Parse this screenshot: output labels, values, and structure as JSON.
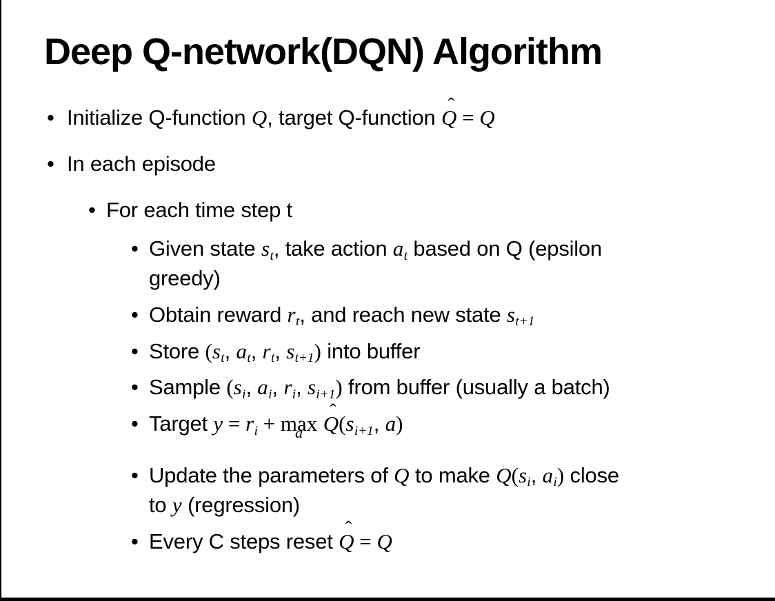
{
  "slide": {
    "title": "Deep Q-network(DQN) Algorithm",
    "bullet_char": "•",
    "colors": {
      "background": "#ffffff",
      "text": "#000000",
      "border": "#000000"
    },
    "bullets": [
      {
        "level": 1,
        "segments": [
          {
            "style": "text",
            "value": "Initialize Q-function "
          },
          {
            "style": "math",
            "value": "Q"
          },
          {
            "style": "text",
            "value": ", target Q-function "
          },
          {
            "style": "math-hat",
            "value": "Q",
            "hat": "ˆ"
          },
          {
            "style": "operator",
            "value": " = "
          },
          {
            "style": "math",
            "value": "Q"
          }
        ]
      },
      {
        "level": 1,
        "segments": [
          {
            "style": "text",
            "value": "In each episode"
          }
        ]
      },
      {
        "level": 2,
        "segments": [
          {
            "style": "text",
            "value": "For each time step t"
          }
        ]
      },
      {
        "level": 3,
        "segments": [
          {
            "style": "text",
            "value": "Given state "
          },
          {
            "style": "math-sub",
            "value": "s",
            "sub": "t"
          },
          {
            "style": "text",
            "value": ", take action "
          },
          {
            "style": "math-sub",
            "value": "a",
            "sub": "t"
          },
          {
            "style": "text",
            "value": " based on Q (epsilon"
          },
          {
            "style": "break"
          },
          {
            "style": "text",
            "value": "greedy)"
          }
        ]
      },
      {
        "level": 3,
        "segments": [
          {
            "style": "text",
            "value": "Obtain reward "
          },
          {
            "style": "math-sub",
            "value": "r",
            "sub": "t"
          },
          {
            "style": "text",
            "value": ", and reach new state "
          },
          {
            "style": "math-sub",
            "value": "s",
            "sub": "t+1"
          }
        ]
      },
      {
        "level": 3,
        "segments": [
          {
            "style": "text",
            "value": "Store "
          },
          {
            "style": "operator",
            "value": "("
          },
          {
            "style": "math-sub",
            "value": "s",
            "sub": "t"
          },
          {
            "style": "text",
            "value": ", "
          },
          {
            "style": "math-sub",
            "value": "a",
            "sub": "t"
          },
          {
            "style": "text",
            "value": ", "
          },
          {
            "style": "math-sub",
            "value": "r",
            "sub": "t"
          },
          {
            "style": "text",
            "value": ", "
          },
          {
            "style": "math-sub",
            "value": "s",
            "sub": "t+1"
          },
          {
            "style": "operator",
            "value": ")"
          },
          {
            "style": "text",
            "value": " into buffer"
          }
        ]
      },
      {
        "level": 3,
        "segments": [
          {
            "style": "text",
            "value": "Sample "
          },
          {
            "style": "operator",
            "value": "("
          },
          {
            "style": "math-sub",
            "value": "s",
            "sub": "i"
          },
          {
            "style": "text",
            "value": ", "
          },
          {
            "style": "math-sub",
            "value": "a",
            "sub": "i"
          },
          {
            "style": "text",
            "value": ", "
          },
          {
            "style": "math-sub",
            "value": "r",
            "sub": "i"
          },
          {
            "style": "text",
            "value": ", "
          },
          {
            "style": "math-sub",
            "value": "s",
            "sub": "i+1"
          },
          {
            "style": "operator",
            "value": ")"
          },
          {
            "style": "text",
            "value": " from buffer (usually a batch)"
          }
        ]
      },
      {
        "level": 3,
        "extra_space": true,
        "segments": [
          {
            "style": "text",
            "value": "Target "
          },
          {
            "style": "math",
            "value": "y"
          },
          {
            "style": "operator",
            "value": " = "
          },
          {
            "style": "math-sub",
            "value": "r",
            "sub": "i"
          },
          {
            "style": "operator",
            "value": " + "
          },
          {
            "style": "math-under",
            "value": "max",
            "under": "a"
          },
          {
            "style": "text",
            "value": " "
          },
          {
            "style": "math-hat",
            "value": "Q",
            "hat": "ˆ"
          },
          {
            "style": "operator",
            "value": "("
          },
          {
            "style": "math-sub",
            "value": "s",
            "sub": "i+1"
          },
          {
            "style": "text",
            "value": ", "
          },
          {
            "style": "math",
            "value": "a"
          },
          {
            "style": "operator",
            "value": ")"
          }
        ]
      },
      {
        "level": 3,
        "segments": [
          {
            "style": "text",
            "value": "Update the parameters of "
          },
          {
            "style": "math",
            "value": "Q"
          },
          {
            "style": "text",
            "value": " to make "
          },
          {
            "style": "math",
            "value": "Q"
          },
          {
            "style": "operator",
            "value": "("
          },
          {
            "style": "math-sub",
            "value": "s",
            "sub": "i"
          },
          {
            "style": "text",
            "value": ", "
          },
          {
            "style": "math-sub",
            "value": "a",
            "sub": "i"
          },
          {
            "style": "operator",
            "value": ")"
          },
          {
            "style": "text",
            "value": " close"
          },
          {
            "style": "break"
          },
          {
            "style": "text",
            "value": "to "
          },
          {
            "style": "math",
            "value": "y"
          },
          {
            "style": "text",
            "value": " (regression)"
          }
        ]
      },
      {
        "level": 3,
        "segments": [
          {
            "style": "text",
            "value": "Every C steps reset "
          },
          {
            "style": "math-hat",
            "value": "Q",
            "hat": "ˆ"
          },
          {
            "style": "operator",
            "value": " = "
          },
          {
            "style": "math",
            "value": "Q"
          }
        ]
      }
    ]
  }
}
